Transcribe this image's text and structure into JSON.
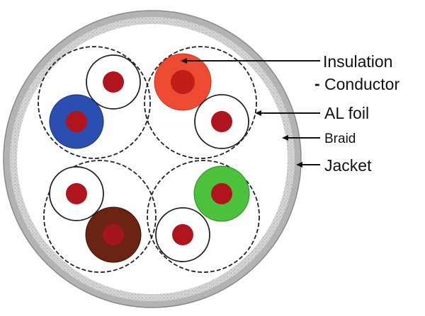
{
  "labels": {
    "insulation": "Insulation",
    "conductor": "Conductor",
    "conductor_dash": "-",
    "al_foil": "AL foil",
    "braid": "Braid",
    "jacket": "Jacket"
  },
  "colors": {
    "jacket": "#b3b3b3",
    "braid": "#d6d6d6",
    "conductor": "#b0141c",
    "insulation_orange": "#ef4a32",
    "insulation_blue": "#2a4fb0",
    "insulation_green": "#4cc23c",
    "insulation_brown": "#6b2412",
    "insulation_white": "#ffffff",
    "line": "#111111"
  }
}
